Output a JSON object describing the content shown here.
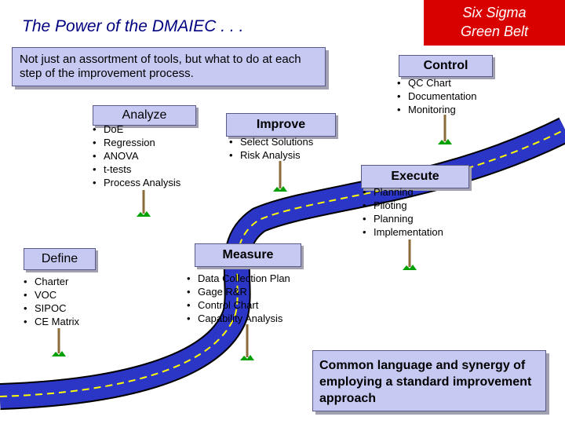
{
  "header": {
    "title": "The Power of the DMAIEC . . .",
    "badge_line1": "Six Sigma",
    "badge_line2": "Green Belt"
  },
  "intro_text": "Not just an assortment of tools, but what to do at each step of the improvement process.",
  "stages": {
    "define": {
      "label": "Define",
      "items": [
        "Charter",
        "VOC",
        "SIPOC",
        "CE Matrix"
      ]
    },
    "measure": {
      "label": "Measure",
      "items": [
        "Data Collection Plan",
        "Gage R&R",
        "Control Chart",
        "Capability Analysis"
      ]
    },
    "analyze": {
      "label": "Analyze",
      "items": [
        "DoE",
        "Regression",
        "ANOVA",
        "t-tests",
        "Process Analysis"
      ]
    },
    "improve": {
      "label": "Improve",
      "items": [
        "Select Solutions",
        "Risk Analysis"
      ]
    },
    "execute": {
      "label": "Execute",
      "items": [
        "Planning",
        "Piloting",
        "Planning",
        "Implementation"
      ]
    },
    "control": {
      "label": "Control",
      "items": [
        "QC Chart",
        "Documentation",
        "Monitoring"
      ]
    }
  },
  "callout_text": "Common language and synergy of employing a standard improvement approach",
  "colors": {
    "road": "#2b35c6",
    "road_edge": "#000000",
    "road_dash": "#ffff00",
    "badge": "#d90000",
    "box": "#c6c9f2",
    "title": "#000080",
    "post": "#8b6b3a",
    "grass": "#00a000"
  },
  "icons": [
    "signpost-icon"
  ]
}
